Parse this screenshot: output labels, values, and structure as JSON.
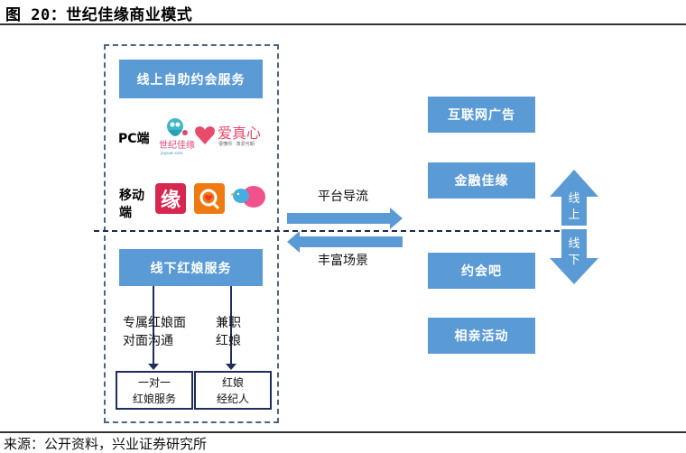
{
  "figure": {
    "title": "图 20：世纪佳缘商业模式",
    "source": "来源：公开资料，兴业证券研究所"
  },
  "online": {
    "header": "线上自助约会服务",
    "pc_label": "PC端",
    "pc_logos": [
      {
        "name": "世纪佳缘",
        "icon": "jiayuan-logo"
      },
      {
        "name": "爱真心",
        "icon": "aizhenxin-logo",
        "tagline": "很懂你 · 真爱可期"
      }
    ],
    "mobile_label_line1": "移动",
    "mobile_label_line2": "端",
    "mobile_logos": [
      {
        "glyph": "缘",
        "icon": "yuan-app-icon",
        "color": "#d7264f"
      },
      {
        "icon": "orange-app-icon",
        "color": "#f07a12"
      },
      {
        "icon": "bird-chat-app-icon",
        "color": "#f0528b"
      }
    ]
  },
  "offline": {
    "header": "线下红娘服务",
    "branch_left_line1": "专属红娘面",
    "branch_left_line2": "对面沟通",
    "branch_right_line1": "兼职",
    "branch_right_line2": "红娘",
    "box_left_line1": "一对一",
    "box_left_line2": "红娘服务",
    "box_right_line1": "红娘",
    "box_right_line2": "经纪人"
  },
  "flows": {
    "forward": "平台导流",
    "backward": "丰富场景"
  },
  "revenue": {
    "items": [
      "互联网广告",
      "金融佳缘",
      "约会吧",
      "相亲活动"
    ]
  },
  "axis": {
    "up_line1": "线",
    "up_line2": "上",
    "down_line1": "线",
    "down_line2": "下"
  },
  "colors": {
    "box_blue": "#5b9bd5",
    "navy": "#1f2d5a",
    "dash": "#4a6582"
  }
}
